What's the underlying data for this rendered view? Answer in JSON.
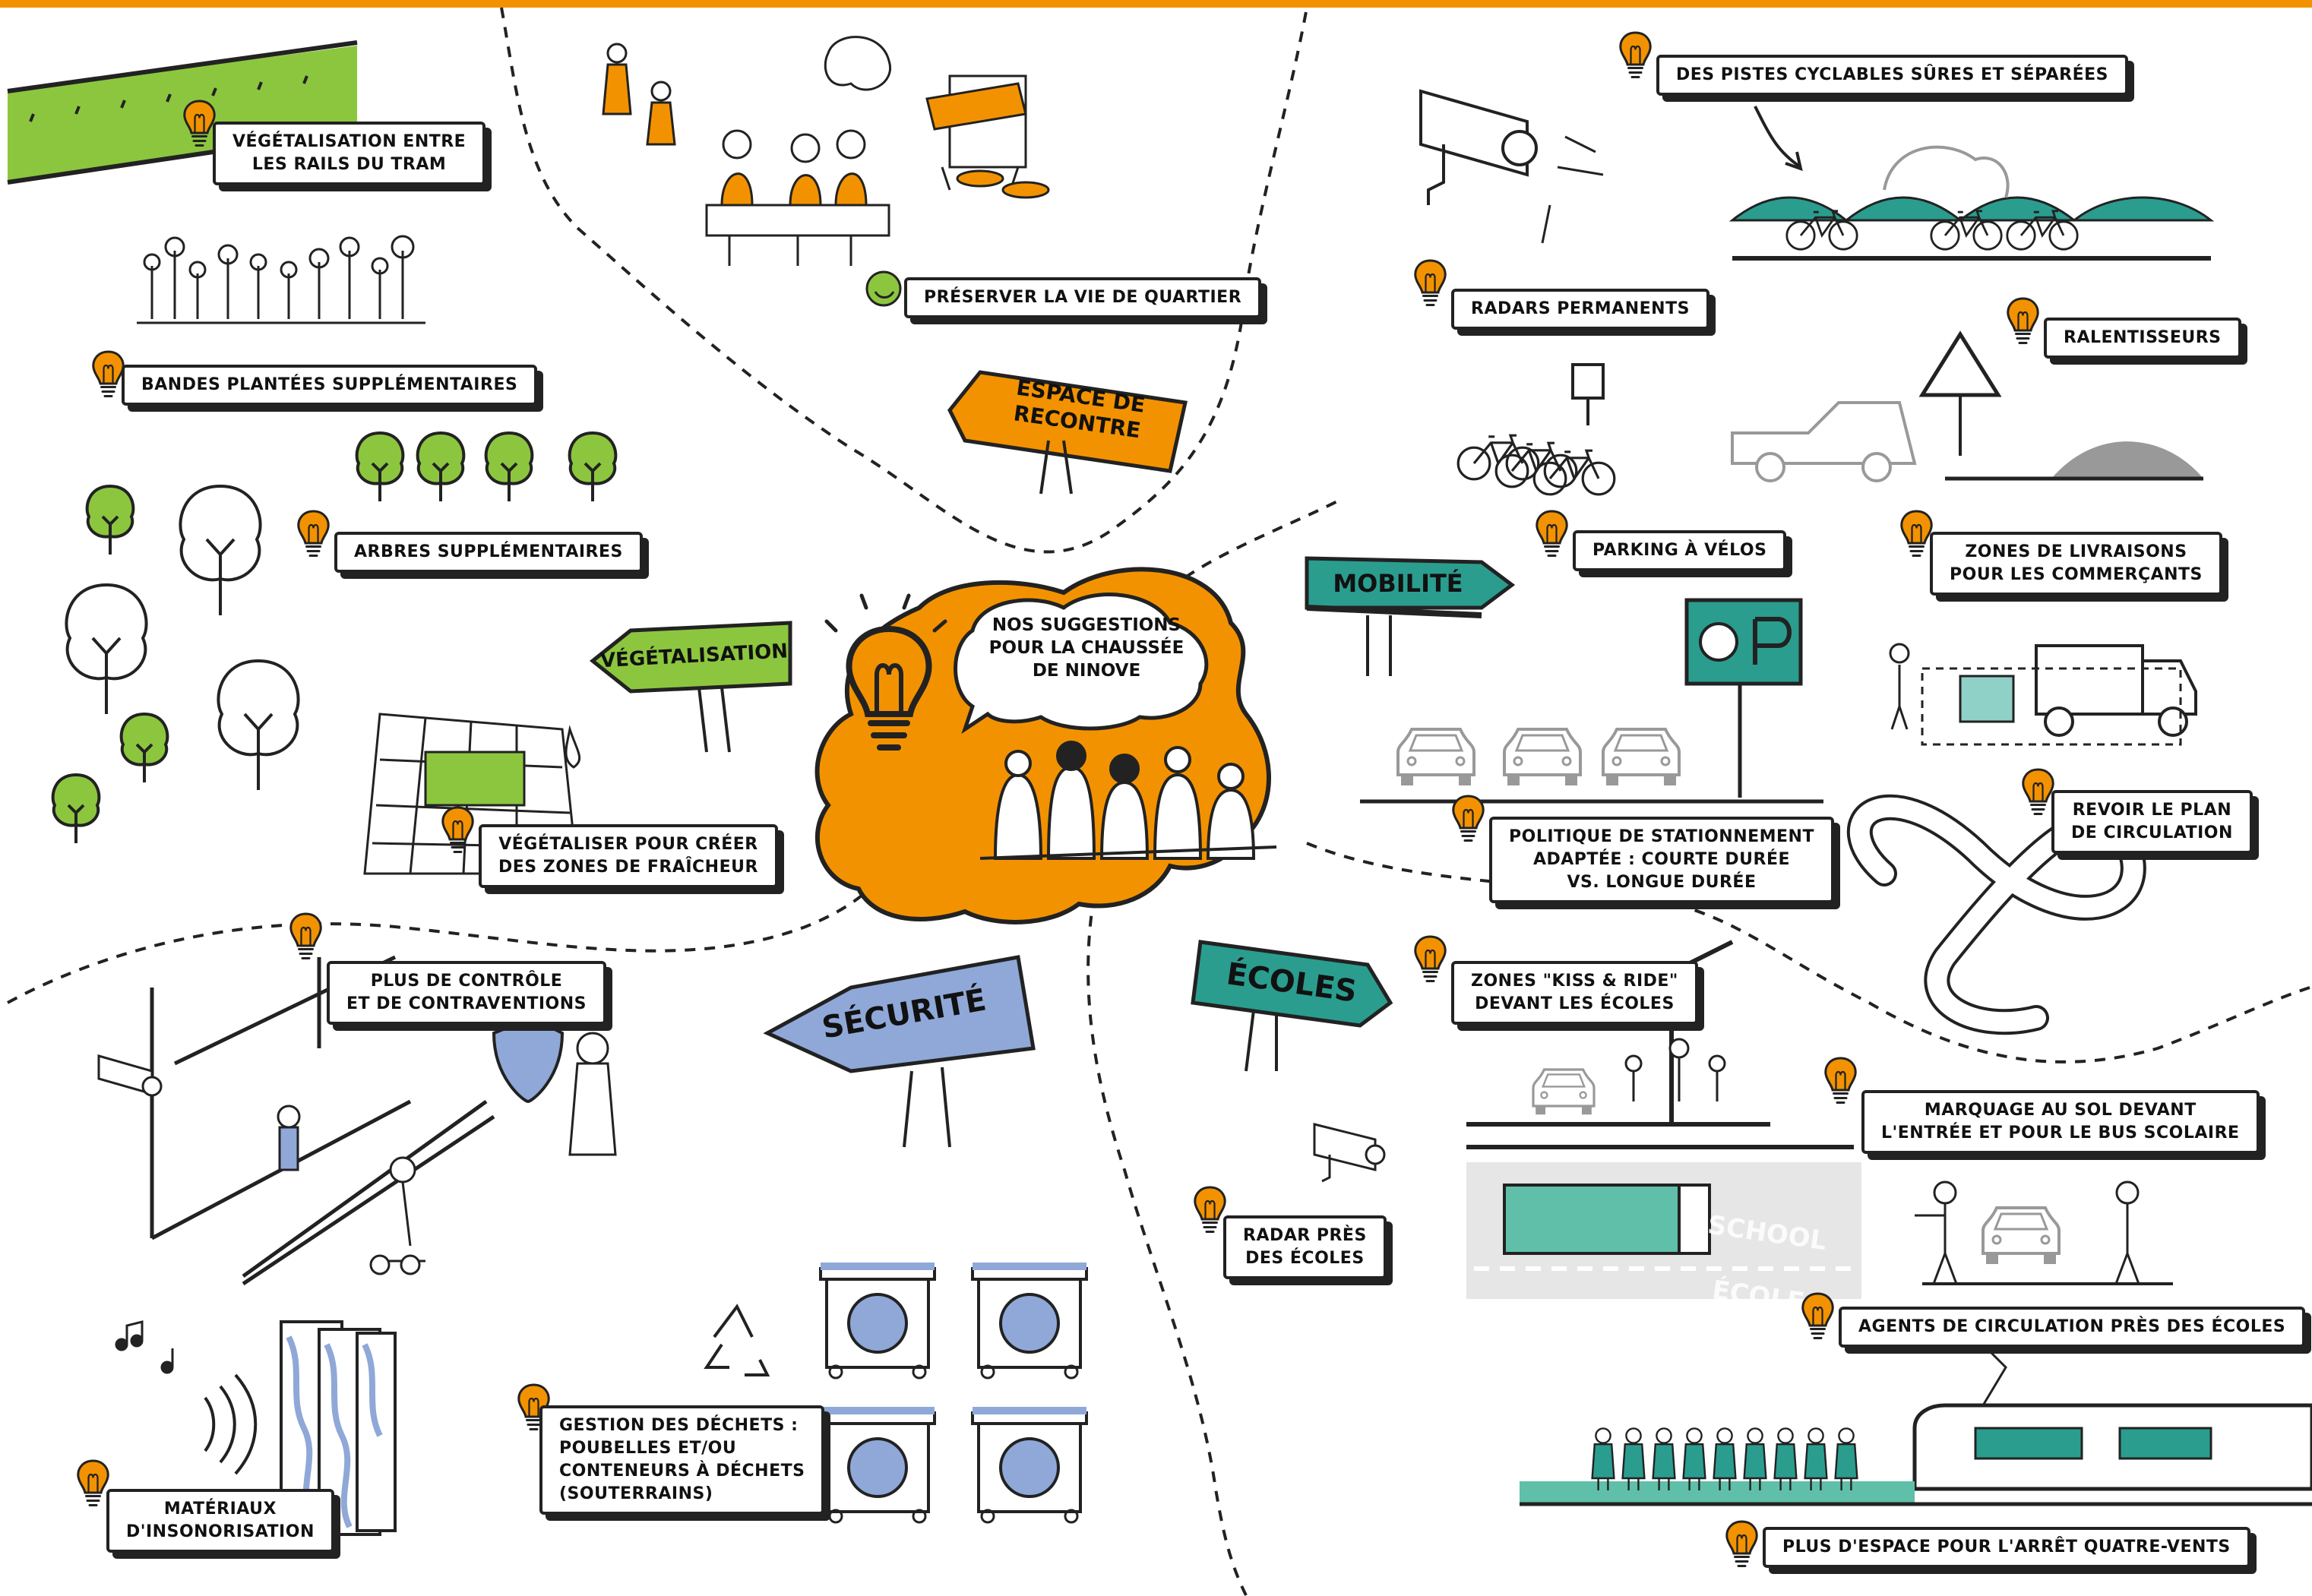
{
  "colors": {
    "orange": "#f39200",
    "green": "#8cc63f",
    "teal": "#2a9d8f",
    "blue": "#8fa8d8",
    "dark": "#222222"
  },
  "central": {
    "title": "Nos suggestions\npour la chaussée\nde Ninove"
  },
  "signs": {
    "espace": "Espace de\nrecontre",
    "mobilite": "Mobilité",
    "vegetalisation": "Végétalisation",
    "ecoles": "Écoles",
    "securite": "Sécurité"
  },
  "labels": {
    "tram_rails": "Végétalisation entre\nles rails du tram",
    "bandes": "Bandes plantées supplémentaires",
    "arbres": "Arbres supplémentaires",
    "fraicheur": "Végétaliser pour créer\ndes zones de fraîcheur",
    "quartier": "Préserver la vie de quartier",
    "pistes": "Des pistes cyclables sûres et séparées",
    "radars": "Radars permanents",
    "ralentisseurs": "Ralentisseurs",
    "parking_velos": "Parking à vélos",
    "livraisons": "Zones de livraisons\npour les commerçants",
    "circulation": "Revoir le plan\nde circulation",
    "stationnement": "Politique de stationnement\nadaptée : courte durée\nvs. longue durée",
    "controle": "Plus de contrôle\net de contraventions",
    "kiss_ride": "Zones \"Kiss & Ride\"\ndevant les écoles",
    "marquage": "Marquage au sol devant\nl'entrée et pour le bus scolaire",
    "radar_ecoles": "Radar près\ndes écoles",
    "agents": "Agents de circulation près des écoles",
    "dechets": "Gestion des déchets :\npoubelles et/ou\nconteneurs à déchets\n(souterrains)",
    "insonorisation": "Matériaux\nd'insonorisation",
    "arret": "Plus d'espace pour l'arrêt Quatre-Vents"
  },
  "road_markings": {
    "line1": "SCHOOL",
    "line2": "ÉCOLE"
  },
  "icons": [
    "lightbulb-icon",
    "camera-icon",
    "bicycle-icon",
    "tree-icon",
    "trash-bin-icon",
    "recycle-icon",
    "tram-icon",
    "car-icon",
    "truck-icon",
    "smiley-icon",
    "shield-icon",
    "music-note-icon",
    "clock-parking-icon",
    "warning-sign-icon"
  ]
}
